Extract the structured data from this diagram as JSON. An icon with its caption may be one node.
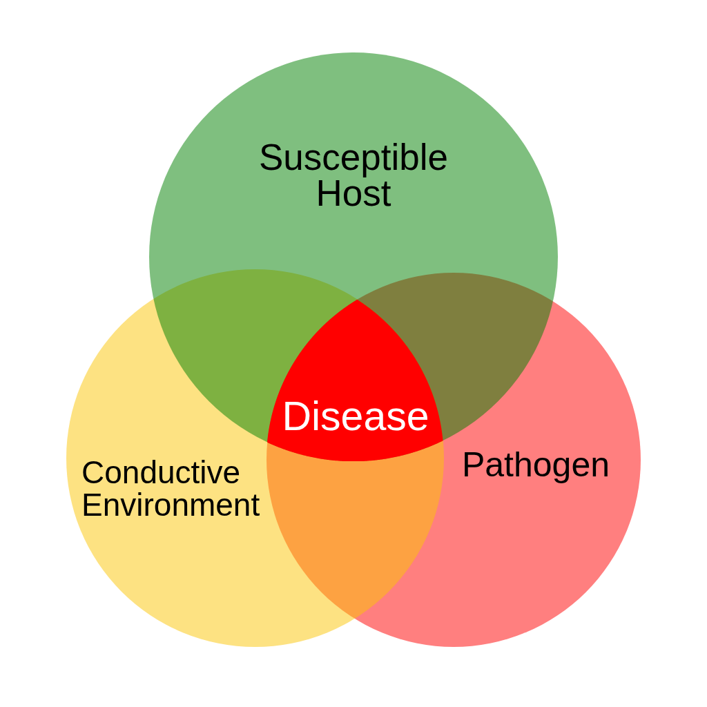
{
  "diagram": {
    "nodes": [
      {
        "text": [
          "Susceptible Host"
        ]
      },
      {
        "text": [
          "Conductive Environment"
        ]
      },
      {
        "text": [
          "Pathogen"
        ]
      },
      {
        "text": [
          "Disease"
        ]
      }
    ]
  }
}
